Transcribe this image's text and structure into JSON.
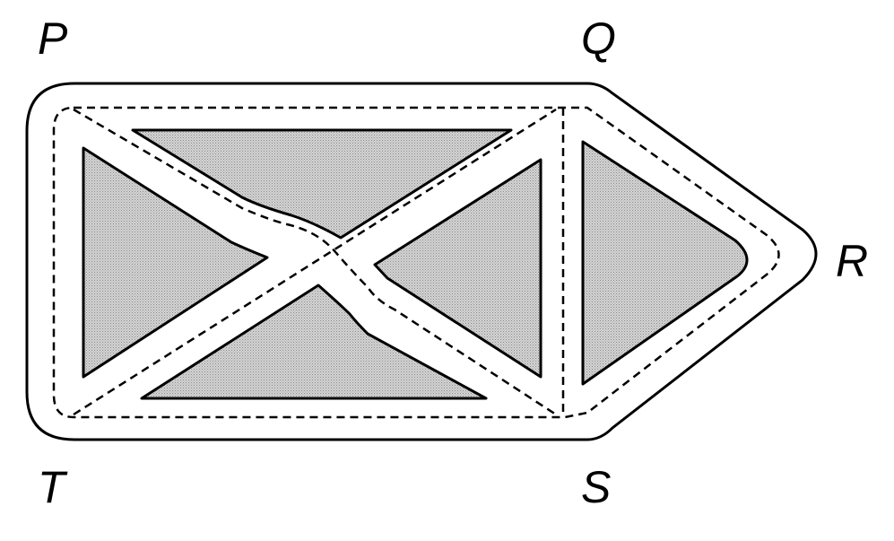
{
  "diagram": {
    "vertices": {
      "P": "P",
      "Q": "Q",
      "R": "R",
      "S": "S",
      "T": "T"
    },
    "colors": {
      "background": "#ffffff",
      "outline": "#000000",
      "region_fill": "#c8c8c8",
      "dashed_path": "#000000"
    },
    "regions": [
      "top-triangle",
      "left-triangle",
      "right-triangle",
      "bottom-triangle",
      "point-triangle"
    ],
    "path_style": "dashed"
  }
}
